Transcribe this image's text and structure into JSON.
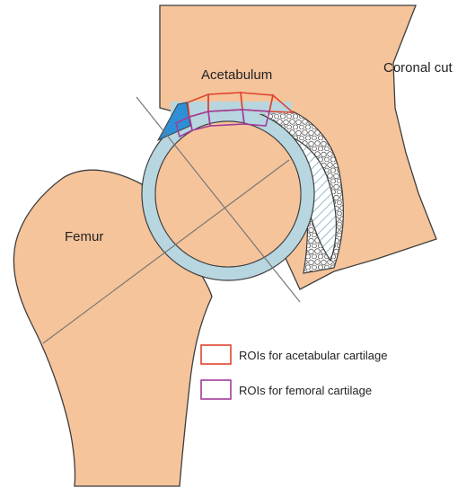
{
  "labels": {
    "acetabulum": "Acetabulum",
    "coronal_cut": "Coronal cut",
    "femur": "Femur"
  },
  "legend": [
    {
      "text": "ROIs for acetabular cartilage",
      "color": "#e0442f"
    },
    {
      "text": "ROIs for femoral cartilage",
      "color": "#a23c9a"
    }
  ],
  "colors": {
    "bone": "#f5c49b",
    "cartilage": "#b7d6e0",
    "outline": "#3e3e3e",
    "highlight": "#2e8fd6",
    "axis_line": "#777777"
  }
}
